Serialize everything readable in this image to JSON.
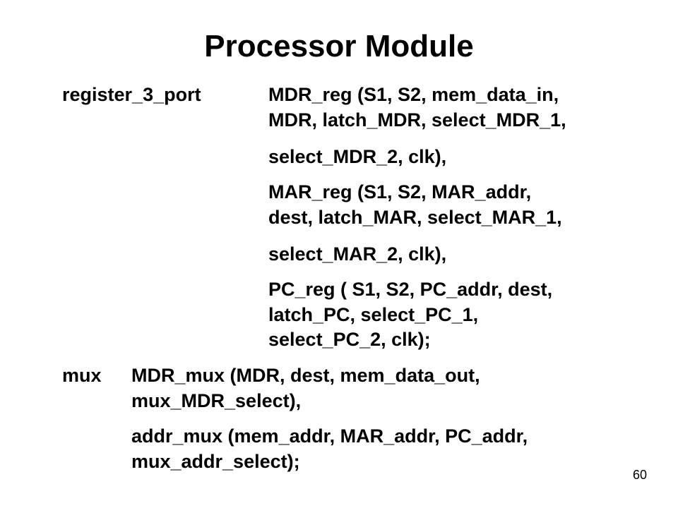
{
  "slide": {
    "title": "Processor Module",
    "page_number": "60"
  },
  "register_block": {
    "keyword": "register_3_port",
    "lines": [
      "MDR_reg (S1, S2, mem_data_in,",
      "MDR, latch_MDR, select_MDR_1,",
      "select_MDR_2, clk),",
      "MAR_reg (S1, S2, MAR_addr,",
      "dest, latch_MAR, select_MAR_1,",
      "select_MAR_2, clk),",
      "PC_reg ( S1, S2, PC_addr, dest,",
      "latch_PC, select_PC_1,",
      "select_PC_2, clk);"
    ]
  },
  "mux_block": {
    "keyword": "mux",
    "lines": [
      "MDR_mux (MDR, dest, mem_data_out,",
      "mux_MDR_select),",
      "addr_mux (mem_addr, MAR_addr, PC_addr,",
      "mux_addr_select);"
    ]
  }
}
